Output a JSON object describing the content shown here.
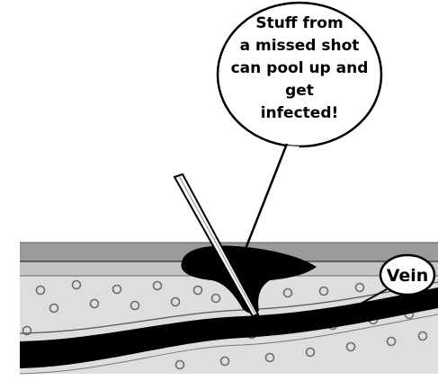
{
  "callout": {
    "lines": [
      "Stuff from",
      "a missed shot",
      "can pool up and get",
      "infected!"
    ]
  },
  "vein_label": "Vein",
  "colors": {
    "skin_top": "#9a9a9a",
    "skin_band": "#c4c4c4",
    "tissue": "#dedede",
    "vein": "#000000",
    "bubble_fill": "#ffffff",
    "outline": "#000000"
  }
}
